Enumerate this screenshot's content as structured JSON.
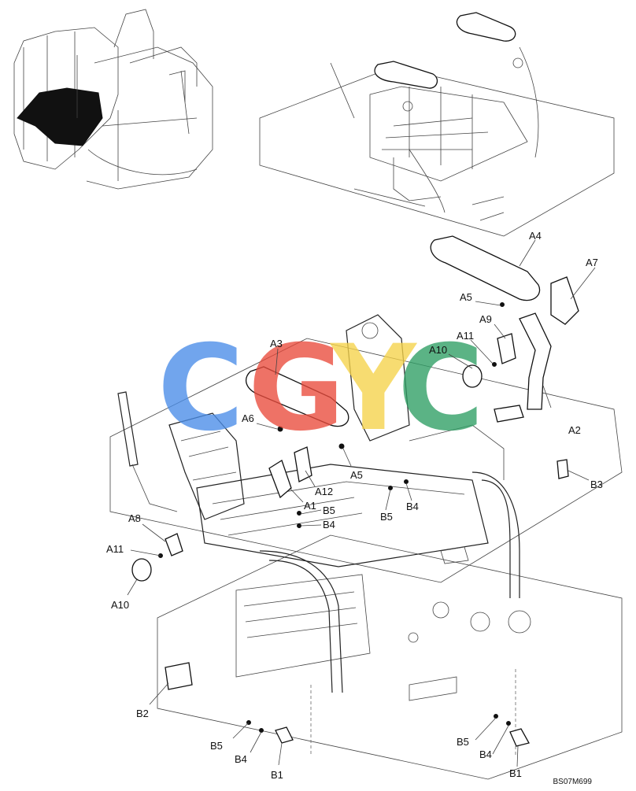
{
  "reference_code": "BS07M699",
  "watermark": {
    "letters": [
      "C",
      "G",
      "Y",
      "C"
    ],
    "colors": [
      "#4a8de8",
      "#ea4b3c",
      "#f6d34a",
      "#2e9e64"
    ]
  },
  "callouts": {
    "A1": "A1",
    "A2": "A2",
    "A3": "A3",
    "A4": "A4",
    "A5_upper": "A5",
    "A5_lower": "A5",
    "A6": "A6",
    "A7": "A7",
    "A8": "A8",
    "A9": "A9",
    "A10_upper": "A10",
    "A10_lower": "A10",
    "A11_upper": "A11",
    "A11_lower": "A11",
    "A12": "A12",
    "B1_center": "B1",
    "B1_right": "B1",
    "B2": "B2",
    "B3": "B3",
    "B4_mid": "B4",
    "B4_left": "B4",
    "B4_center": "B4",
    "B4_right": "B4",
    "B5_mid": "B5",
    "B5_left": "B5",
    "B5_center": "B5",
    "B5_right": "B5"
  }
}
